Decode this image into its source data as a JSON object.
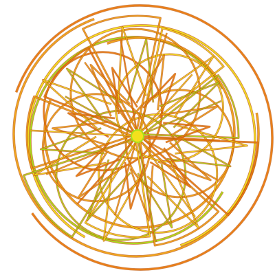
{
  "artwork": {
    "kind": "procedural rosette",
    "background_color": "#ffffff",
    "palette": {
      "orange": "#ee7f12",
      "amber": "#f2a81a",
      "yellow": "#f3e11c",
      "lime": "#a6e01c",
      "outline": "#c25a08"
    },
    "symmetry": 7,
    "ring_count": 5,
    "wedge_count": 9,
    "star_count": 4
  }
}
